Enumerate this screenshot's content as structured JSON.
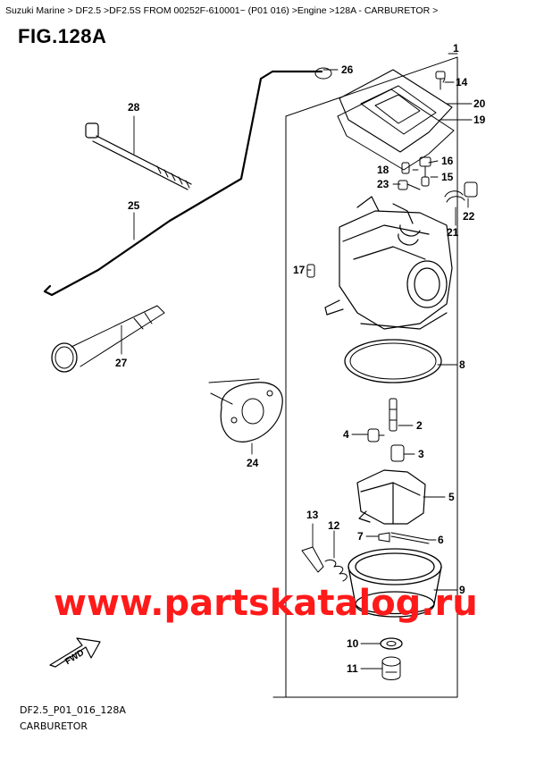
{
  "breadcrumb": "Suzuki Marine > DF2.5 >DF2.5S FROM 00252F-610001~ (P01 016) >Engine >128A - CARBURETOR >",
  "figure_title": "FIG.128A",
  "watermark": "www.partskatalog.ru",
  "fwd_label": "FWD",
  "footer": {
    "code": "DF2.5_P01_016_128A",
    "name": "CARBURETOR"
  },
  "callouts": {
    "c1": "1",
    "c2": "2",
    "c3": "3",
    "c4": "4",
    "c5": "5",
    "c6": "6",
    "c7": "7",
    "c8": "8",
    "c9": "9",
    "c10": "10",
    "c11": "11",
    "c12": "12",
    "c13": "13",
    "c14": "14",
    "c15": "15",
    "c16": "16",
    "c17": "17",
    "c18": "18",
    "c19": "19",
    "c20": "20",
    "c21": "21",
    "c22": "22",
    "c23": "23",
    "c24": "24",
    "c25": "25",
    "c26": "26",
    "c27": "27",
    "c28": "28"
  }
}
